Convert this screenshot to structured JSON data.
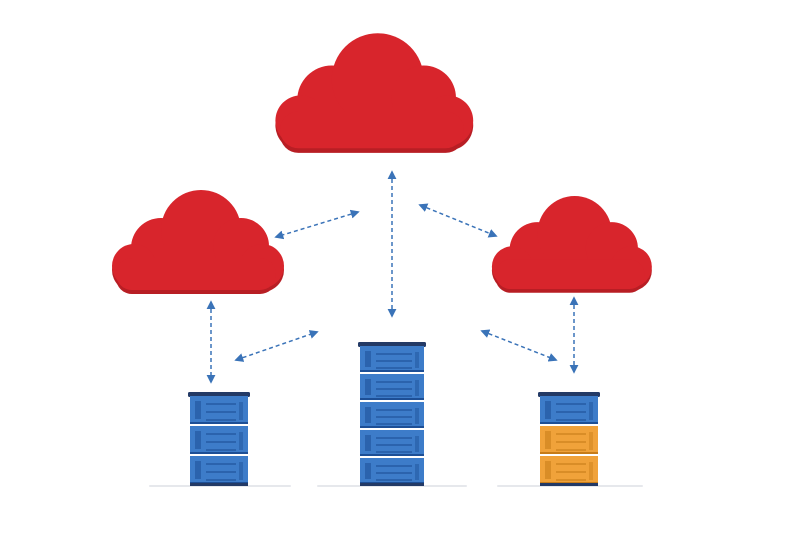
{
  "colors": {
    "background": "#ffffff",
    "cloud": "#d8252c",
    "cloud_shadow": "#b81e24",
    "server_blue": "#3d7cc9",
    "server_blue_dark": "#1d4f96",
    "server_blue_light": "#5e9ae0",
    "server_orange": "#f0a23a",
    "server_orange_dark": "#c77c18",
    "server_cap": "#233a66",
    "arrow": "#3a73b8",
    "ground": "#e6e8ec"
  },
  "icons": {
    "cloud": "cloud-icon",
    "server": "server-rack-icon",
    "arrow": "bidirectional-arrow-icon"
  },
  "diagram": {
    "clouds": [
      {
        "id": "cloud-top"
      },
      {
        "id": "cloud-left"
      },
      {
        "id": "cloud-right"
      }
    ],
    "servers": [
      {
        "id": "server-left",
        "units": [
          "blue",
          "blue",
          "blue"
        ]
      },
      {
        "id": "server-center",
        "units": [
          "blue",
          "blue",
          "blue",
          "blue",
          "blue"
        ]
      },
      {
        "id": "server-right",
        "units": [
          "blue",
          "orange",
          "orange"
        ]
      }
    ],
    "connections": [
      {
        "from": "cloud-top",
        "to": "server-center"
      },
      {
        "from": "cloud-top",
        "to": "cloud-left"
      },
      {
        "from": "cloud-top",
        "to": "cloud-right"
      },
      {
        "from": "cloud-left",
        "to": "server-left"
      },
      {
        "from": "cloud-right",
        "to": "server-right"
      },
      {
        "from": "server-left",
        "to": "server-center"
      },
      {
        "from": "server-center",
        "to": "server-right"
      }
    ]
  }
}
